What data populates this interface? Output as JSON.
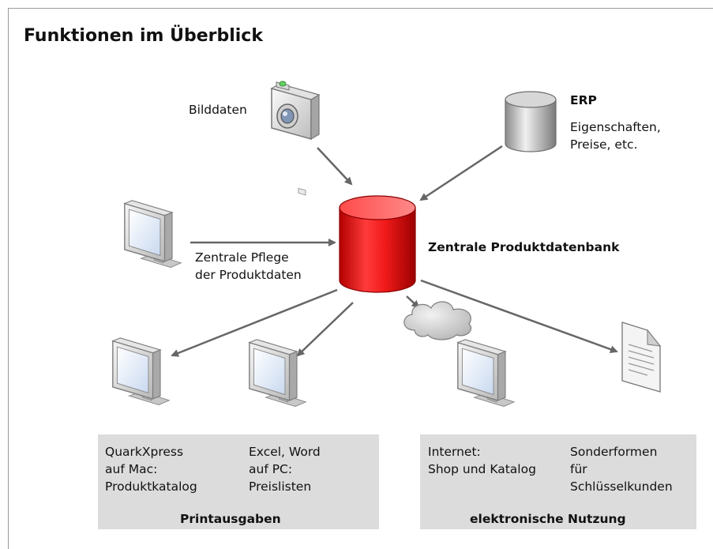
{
  "title": "Funktionen im Überblick",
  "sources": {
    "bilddaten": "Bilddaten",
    "erp_title": "ERP",
    "erp_line1": "Eigenschaften,",
    "erp_line2": "Preise, etc.",
    "pflege_line1": "Zentrale Pflege",
    "pflege_line2": "der Produktdaten"
  },
  "central": {
    "label": "Zentrale Produktdatenbank",
    "color": "#e0161c"
  },
  "print_panel": {
    "title": "Printausgaben",
    "mac": [
      "QuarkXpress",
      "auf Mac:",
      "Produktkatalog"
    ],
    "pc": [
      "Excel, Word",
      "auf PC:",
      "Preislisten"
    ]
  },
  "electronic_panel": {
    "title": "elektronische Nutzung",
    "internet": [
      "Internet:",
      "Shop und Katalog"
    ],
    "special": [
      "Sonderformen",
      "für",
      "Schlüsselkunden"
    ]
  },
  "icons": {
    "camera": "camera-icon",
    "erp_database": "database-icon",
    "central_database": "database-icon",
    "monitor": "monitor-icon",
    "cloud": "cloud-icon",
    "document": "document-icon"
  },
  "colors": {
    "arrow": "#666666",
    "panel": "#dcdcdc",
    "screen": "#d8e4f4"
  }
}
